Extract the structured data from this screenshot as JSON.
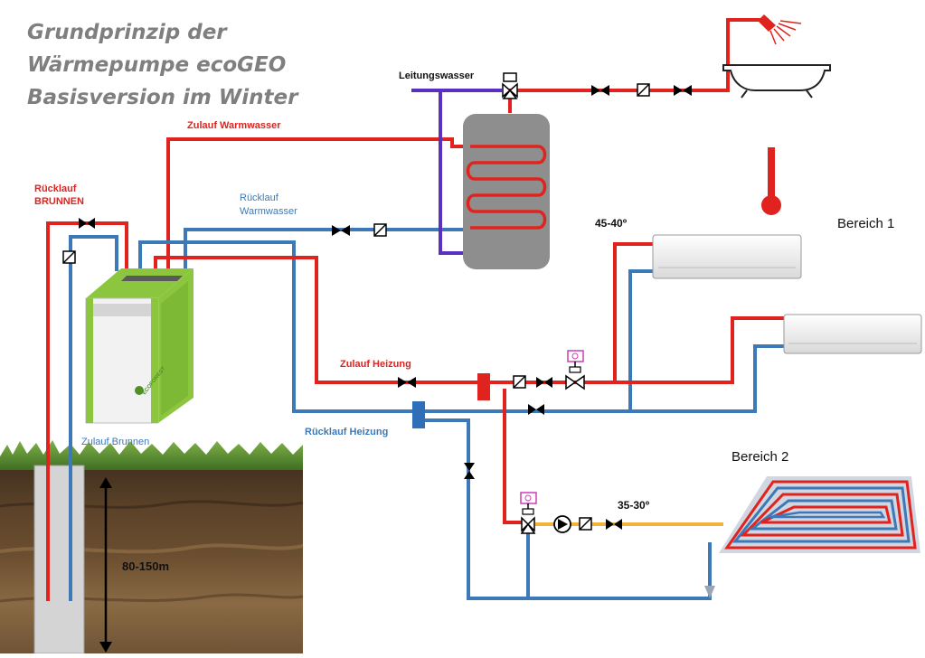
{
  "title": {
    "line1": "Grundprinzip der",
    "line2": "Wärmepumpe ecoGEO",
    "line3": "Basisversion im Winter"
  },
  "labels": {
    "leitungswasser": "Leitungswasser",
    "zulauf_warmwasser": "Zulauf Warmwasser",
    "ruecklauf_brunnen_1": "Rücklauf",
    "ruecklauf_brunnen_2": "BRUNNEN",
    "ruecklauf_warmwasser_1": "Rücklauf",
    "ruecklauf_warmwasser_2": "Warmwasser",
    "zulauf_heizung": "Zulauf  Heizung",
    "ruecklauf_heizung": "Rücklauf Heizung",
    "zulauf_brunnen": "Zulauf Brunnen",
    "temp_bereich1": "45-40º",
    "temp_bereich2": "35-30º",
    "bereich1": "Bereich 1",
    "bereich2": "Bereich 2",
    "depth": "80-150m",
    "brand": "ECOFOREST"
  },
  "colors": {
    "supply": "#e0231e",
    "return": "#3d79b8",
    "cold_water": "#5b2fc0",
    "floor_loop": "#f2b33d",
    "tank": "#8e8e8e",
    "heat_pump_green": "#8cc63f",
    "title": "#7f7f7f"
  },
  "icons": [
    "bathtub-icon",
    "shower-head-icon",
    "thermometer-icon",
    "wall-unit-icon",
    "valve-icon",
    "check-valve-icon",
    "pump-icon",
    "three-way-valve-icon",
    "heat-pump-icon",
    "floor-heating-icon"
  ]
}
